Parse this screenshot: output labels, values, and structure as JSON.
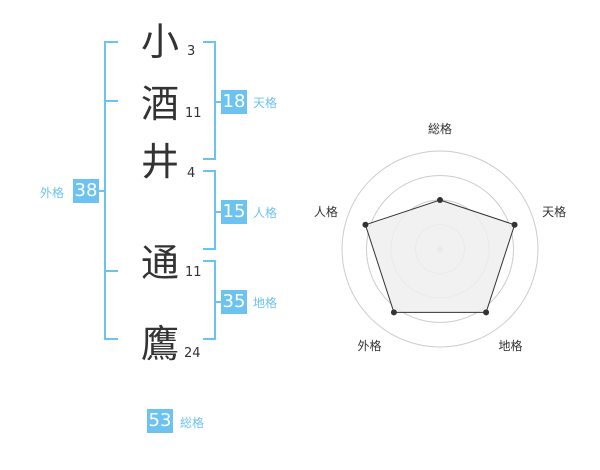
{
  "name": {
    "chars": [
      {
        "char": "小",
        "strokes": "3"
      },
      {
        "char": "酒",
        "strokes": "11"
      },
      {
        "char": "井",
        "strokes": "4"
      },
      {
        "char": "通",
        "strokes": "11"
      },
      {
        "char": "鷹",
        "strokes": "24"
      }
    ]
  },
  "fortunes": {
    "tenkaku": {
      "label": "天格",
      "value": "18"
    },
    "jinkaku": {
      "label": "人格",
      "value": "15"
    },
    "chikaku": {
      "label": "地格",
      "value": "35"
    },
    "gaikaku": {
      "label": "外格",
      "value": "38"
    },
    "soukaku": {
      "label": "総格",
      "value": "53"
    }
  },
  "colors": {
    "accent": "#6cc3f0",
    "text": "#333333",
    "grid": "#cccccc",
    "fill": "#eeeeee"
  },
  "chart_data": {
    "type": "radar",
    "axes": [
      "総格",
      "天格",
      "地格",
      "外格",
      "人格"
    ],
    "values": [
      0.5,
      0.8,
      0.8,
      0.8,
      0.8
    ],
    "range": [
      0,
      1
    ],
    "rings": 4
  }
}
